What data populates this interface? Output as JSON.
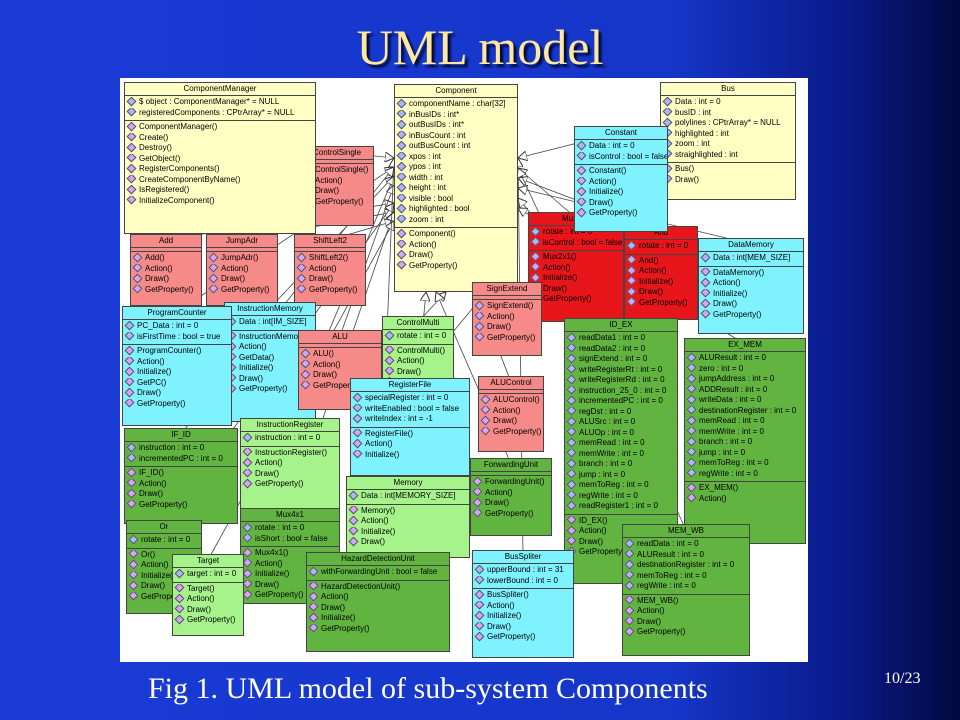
{
  "slide": {
    "title": "UML model",
    "caption": "Fig 1. UML model of sub-system Components",
    "page_number": "10/23"
  },
  "classes": [
    {
      "id": "cm",
      "name": "ComponentManager",
      "color": "yellow",
      "attrs": [
        "$ object : ComponentManager* = NULL",
        "registeredComponents : CPtrArray* = NULL"
      ],
      "ops": [
        "ComponentManager()",
        "Create()",
        "Destroy()",
        "GetObject()",
        "RegisterComponents()",
        "CreateComponentByName()",
        "IsRegistered()",
        "InitializeComponent()"
      ]
    },
    {
      "id": "cs",
      "name": "ControlSingle",
      "color": "salmon",
      "attrs": [],
      "ops": [
        "ControlSingle()",
        "Action()",
        "Draw()",
        "GetProperty()"
      ]
    },
    {
      "id": "comp",
      "name": "Component",
      "color": "yellow",
      "attrs": [
        "componentName : char[32]",
        "inBusIDs : int*",
        "outBusIDs : int*",
        "inBusCount : int",
        "outBusCount : int",
        "xpos : int",
        "ypos : int",
        "width : int",
        "height : int",
        "visible : bool",
        "highlighted : bool",
        "zoom : int"
      ],
      "ops": [
        "Component()",
        "Action()",
        "Draw()",
        "GetProperty()"
      ]
    },
    {
      "id": "bus",
      "name": "Bus",
      "color": "yellow",
      "attrs": [
        "Data : int = 0",
        "busID : int",
        "polylines : CPtrArray* = NULL",
        "highlighted : int",
        "zoom : int",
        "straighlighted : int"
      ],
      "ops": [
        "Bus()",
        "Draw()"
      ]
    },
    {
      "id": "const",
      "name": "Constant",
      "color": "cyan",
      "attrs": [
        "Data : int = 0",
        "isControl : bool = false"
      ],
      "ops": [
        "Constant()",
        "Action()",
        "Initialize()",
        "Draw()",
        "GetProperty()"
      ]
    },
    {
      "id": "mux2",
      "name": "Mux2x1",
      "color": "red",
      "attrs": [
        "rotate : int = 0",
        "isControl : bool = false"
      ],
      "ops": [
        "Mux2x1()",
        "Action()",
        "Initialize()",
        "Draw()",
        "GetProperty()"
      ]
    },
    {
      "id": "and",
      "name": "And",
      "color": "red",
      "attrs": [
        "rotate : int = 0"
      ],
      "ops": [
        "And()",
        "Action()",
        "Initialize()",
        "Draw()",
        "GetProperty()"
      ]
    },
    {
      "id": "dm",
      "name": "DataMemory",
      "color": "cyan",
      "attrs": [
        "Data : int[MEM_SIZE]"
      ],
      "ops": [
        "DataMemory()",
        "Action()",
        "Initialize()",
        "Draw()",
        "GetProperty()"
      ]
    },
    {
      "id": "add",
      "name": "Add",
      "color": "salmon",
      "attrs": [],
      "ops": [
        "Add()",
        "Action()",
        "Draw()",
        "GetProperty()"
      ]
    },
    {
      "id": "ja",
      "name": "JumpAdr",
      "color": "salmon",
      "attrs": [],
      "ops": [
        "JumpAdr()",
        "Action()",
        "Draw()",
        "GetProperty()"
      ]
    },
    {
      "id": "sl2",
      "name": "ShiftLeft2",
      "color": "salmon",
      "attrs": [],
      "ops": [
        "ShiftLeft2()",
        "Action()",
        "Draw()",
        "GetProperty()"
      ]
    },
    {
      "id": "se",
      "name": "SignExtend",
      "color": "salmon",
      "attrs": [],
      "ops": [
        "SignExtend()",
        "Action()",
        "Draw()",
        "GetProperty()"
      ]
    },
    {
      "id": "pc",
      "name": "ProgramCounter",
      "color": "cyan",
      "attrs": [
        "PC_Data : int = 0",
        "isFirstTime : bool = true"
      ],
      "ops": [
        "ProgramCounter()",
        "Action()",
        "Initialize()",
        "GetPC()",
        "Draw()",
        "GetProperty()"
      ]
    },
    {
      "id": "im",
      "name": "InstructionMemory",
      "color": "cyan",
      "attrs": [
        "Data : int[IM_SIZE]"
      ],
      "ops": [
        "InstructionMemory()",
        "Action()",
        "GetData()",
        "Initialize()",
        "Draw()",
        "GetProperty()"
      ]
    },
    {
      "id": "alu",
      "name": "ALU",
      "color": "salmon",
      "attrs": [],
      "ops": [
        "ALU()",
        "Action()",
        "Draw()",
        "GetProperty()"
      ]
    },
    {
      "id": "cmu",
      "name": "ControlMulti",
      "color": "lgreen",
      "attrs": [
        "rotate : int = 0"
      ],
      "ops": [
        "ControlMulti()",
        "Action()",
        "Draw()",
        "GetProperty()"
      ]
    },
    {
      "id": "idex",
      "name": "ID_EX",
      "color": "green",
      "attrs": [
        "readData1 : int = 0",
        "readData2 : int = 0",
        "signExtend : int = 0",
        "writeRegisterRt : int = 0",
        "writeRegisterRd : int = 0",
        "instruction_25_0 : int = 0",
        "incrementedPC : int = 0",
        "regDst : int = 0",
        "ALUSrc : int = 0",
        "ALUOp : int = 0",
        "memRead : int = 0",
        "memWrite : int = 0",
        "branch : int = 0",
        "jump : int = 0",
        "memToReg : int = 0",
        "regWrite : int = 0",
        "readRegister1 : int = 0"
      ],
      "ops": [
        "ID_EX()",
        "Action()",
        "Draw()",
        "GetProperty()"
      ]
    },
    {
      "id": "exmem",
      "name": "EX_MEM",
      "color": "green",
      "attrs": [
        "ALUResult : int = 0",
        "zero : int = 0",
        "jumpAddress : int = 0",
        "ADDResult : int = 0",
        "writeData : int = 0",
        "destinationRegister : int = 0",
        "memRead : int = 0",
        "memWrite : int = 0",
        "branch : int = 0",
        "jump : int = 0",
        "memToReg : int = 0",
        "regWrite : int = 0"
      ],
      "ops": [
        "EX_MEM()",
        "Action()"
      ]
    },
    {
      "id": "aluc",
      "name": "ALUControl",
      "color": "salmon",
      "attrs": [],
      "ops": [
        "ALUControl()",
        "Action()",
        "Draw()",
        "GetProperty()"
      ]
    },
    {
      "id": "rf",
      "name": "RegisterFile",
      "color": "cyan",
      "attrs": [
        "specialRegister : int = 0",
        "writeEnabled : bool = false",
        "writeIndex : int = -1"
      ],
      "ops": [
        "RegisterFile()",
        "Action()",
        "Initialize()"
      ]
    },
    {
      "id": "ifid",
      "name": "IF_ID",
      "color": "green",
      "attrs": [
        "instruction : int = 0",
        "incrementedPC : int = 0"
      ],
      "ops": [
        "IF_ID()",
        "Action()",
        "Draw()",
        "GetProperty()"
      ]
    },
    {
      "id": "ir",
      "name": "InstructionRegister",
      "color": "lgreen",
      "attrs": [
        "instruction : int = 0"
      ],
      "ops": [
        "InstructionRegister()",
        "Action()",
        "Draw()",
        "GetProperty()"
      ]
    },
    {
      "id": "mem",
      "name": "Memory",
      "color": "lgreen",
      "attrs": [
        "Data : int[MEMORY_SIZE]"
      ],
      "ops": [
        "Memory()",
        "Action()",
        "Initialize()",
        "Draw()"
      ]
    },
    {
      "id": "fu",
      "name": "ForwardingUnit",
      "color": "green",
      "attrs": [],
      "ops": [
        "ForwardingUnit()",
        "Action()",
        "Draw()",
        "GetProperty()"
      ]
    },
    {
      "id": "or",
      "name": "Or",
      "color": "green",
      "attrs": [
        "rotate : int = 0"
      ],
      "ops": [
        "Or()",
        "Action()",
        "Initialize()",
        "Draw()",
        "GetProperty()"
      ]
    },
    {
      "id": "mux4",
      "name": "Mux4x1",
      "color": "green",
      "attrs": [
        "rotate : int = 0",
        "isShort : bool = false"
      ],
      "ops": [
        "Mux4x1()",
        "Action()",
        "Initialize()",
        "Draw()",
        "GetProperty()"
      ]
    },
    {
      "id": "tgt",
      "name": "Target",
      "color": "lgreen",
      "attrs": [
        "target : int = 0"
      ],
      "ops": [
        "Target()",
        "Action()",
        "Draw()",
        "GetProperty()"
      ]
    },
    {
      "id": "hdu",
      "name": "HazardDetectionUnit",
      "color": "green",
      "attrs": [
        "withForwardingUnit : bool = false"
      ],
      "ops": [
        "HazardDetectionUnit()",
        "Action()",
        "Draw()",
        "Initialize()",
        "GetProperty()"
      ]
    },
    {
      "id": "bs",
      "name": "BusSpliter",
      "color": "cyan",
      "attrs": [
        "upperBound : int = 31",
        "lowerBound : int = 0"
      ],
      "ops": [
        "BusSpliter()",
        "Action()",
        "Initialize()",
        "Draw()",
        "GetProperty()"
      ]
    },
    {
      "id": "memwb",
      "name": "MEM_WB",
      "color": "green",
      "attrs": [
        "readData : int = 0",
        "ALUResult : int = 0",
        "destinationRegister : int = 0",
        "memToReg : int = 0",
        "regWrite : int = 0"
      ],
      "ops": [
        "MEM_WB()",
        "Action()",
        "Draw()",
        "GetProperty()"
      ]
    }
  ]
}
